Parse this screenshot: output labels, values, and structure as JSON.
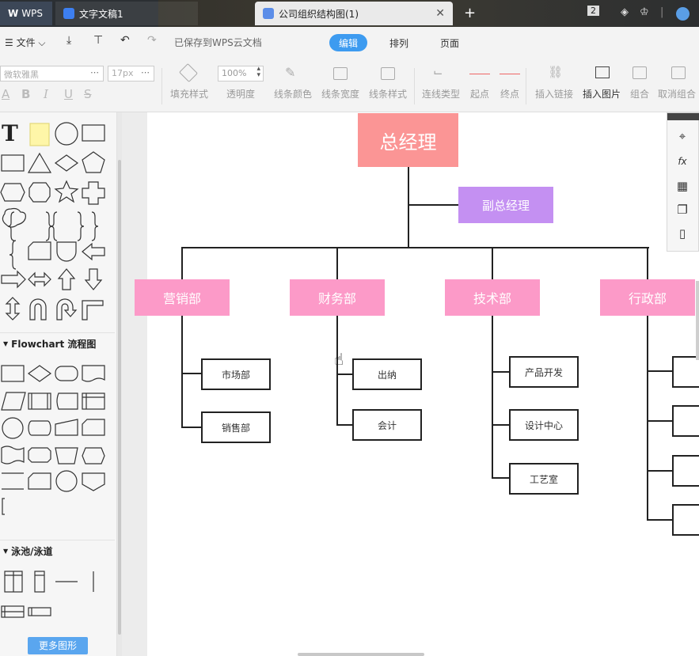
{
  "titlebar": {
    "wps_tab": "WPS",
    "doc_tab": "文字文稿1",
    "active_tab": "公司组织结构图(1)",
    "badge": "2"
  },
  "menubar": {
    "file": "文件",
    "saved_status": "已保存到WPS云文档",
    "tabs": [
      "编辑",
      "排列",
      "页面"
    ]
  },
  "toolbar": {
    "font_name": "微软雅黑",
    "font_size": "17px",
    "opacity_value": "100%",
    "tools": [
      "填充样式",
      "透明度",
      "线条颜色",
      "线条宽度",
      "线条样式",
      "连线类型",
      "起点",
      "终点",
      "插入链接",
      "插入图片",
      "组合",
      "取消组合"
    ]
  },
  "leftpanel": {
    "sections": [
      "Flowchart 流程图",
      "泳池/泳道"
    ],
    "more_button": "更多图形",
    "braces": [
      "{ }",
      "{",
      "}"
    ]
  },
  "orgchart": {
    "ceo": "总经理",
    "deputy": "副总经理",
    "departments": [
      "营销部",
      "财务部",
      "技术部",
      "行政部"
    ],
    "marketing_subs": [
      "市场部",
      "销售部"
    ],
    "finance_subs": [
      "出纳",
      "会计"
    ],
    "tech_subs": [
      "产品开发",
      "设计中心",
      "工艺室"
    ],
    "colors": {
      "ceo": "#fb9595",
      "deputy": "#c490f2",
      "department": "#fc9ac8"
    }
  }
}
